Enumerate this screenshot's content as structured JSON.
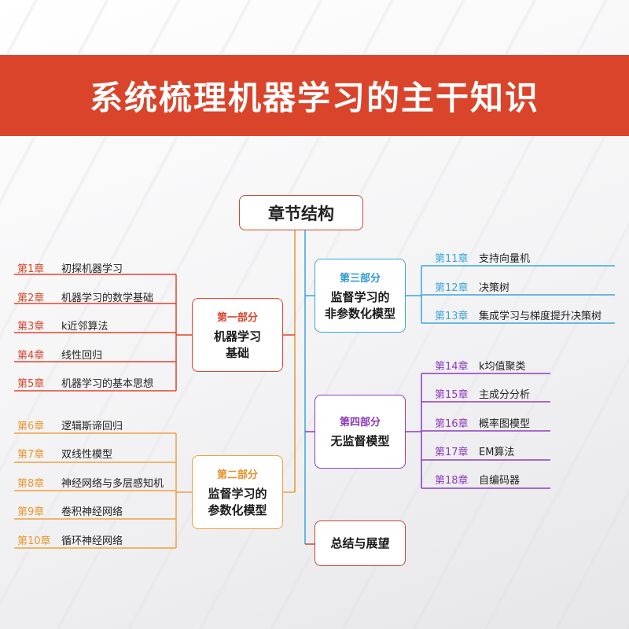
{
  "title": "系统梳理机器学习的主干知识",
  "root": "章节结构",
  "parts": [
    {
      "label": "第一部分",
      "name": [
        "机器学习",
        "基础"
      ],
      "color": "#d9442b"
    },
    {
      "label": "第二部分",
      "name": [
        "监督学习的",
        "参数化模型"
      ],
      "color": "#e8962e"
    },
    {
      "label": "第三部分",
      "name": [
        "监督学习的",
        "非参数化模型"
      ],
      "color": "#3ba5dc"
    },
    {
      "label": "第四部分",
      "name": [
        "无监督模型"
      ],
      "color": "#8f3bbd"
    },
    {
      "label": "",
      "name": [
        "总结与展望"
      ],
      "color": "#c9472f"
    }
  ],
  "chapters_part1": [
    {
      "num": "第1章",
      "title": "初探机器学习"
    },
    {
      "num": "第2章",
      "title": "机器学习的数学基础"
    },
    {
      "num": "第3章",
      "title": "k近邻算法"
    },
    {
      "num": "第4章",
      "title": "线性回归"
    },
    {
      "num": "第5章",
      "title": "机器学习的基本思想"
    }
  ],
  "chapters_part2": [
    {
      "num": "第6章",
      "title": "逻辑斯谛回归"
    },
    {
      "num": "第7章",
      "title": "双线性模型"
    },
    {
      "num": "第8章",
      "title": "神经网络与多层感知机"
    },
    {
      "num": "第9章",
      "title": "卷积神经网络"
    },
    {
      "num": "第10章",
      "title": "循环神经网络"
    }
  ],
  "chapters_part3": [
    {
      "num": "第11章",
      "title": "支持向量机"
    },
    {
      "num": "第12章",
      "title": "决策树"
    },
    {
      "num": "第13章",
      "title": "集成学习与梯度提升决策树"
    }
  ],
  "chapters_part4": [
    {
      "num": "第14章",
      "title": "k均值聚类"
    },
    {
      "num": "第15章",
      "title": "主成分分析"
    },
    {
      "num": "第16章",
      "title": "概率图模型"
    },
    {
      "num": "第17章",
      "title": "EM算法"
    },
    {
      "num": "第18章",
      "title": "自编码器"
    }
  ]
}
